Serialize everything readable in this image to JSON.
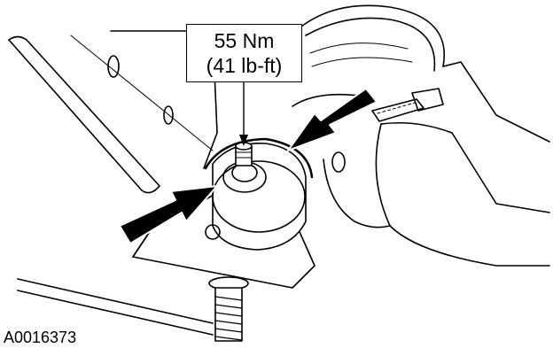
{
  "callout": {
    "torque_metric": "55 Nm",
    "torque_imperial": "(41 lb-ft)"
  },
  "figure_id": "A0016373"
}
